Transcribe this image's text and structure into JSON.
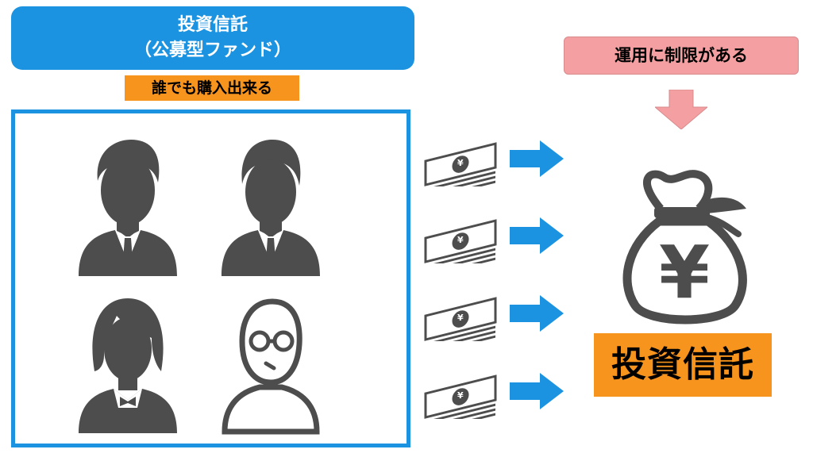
{
  "header": {
    "title_line1": "投資信託",
    "title_line2": "（公募型ファンド）",
    "subtitle": "誰でも購入出来る"
  },
  "restriction": {
    "label": "運用に制限がある"
  },
  "fund": {
    "label": "投資信託",
    "bag_symbol": "¥",
    "bag_icon": "money-bag-icon"
  },
  "investors": [
    {
      "icon": "businessman-icon"
    },
    {
      "icon": "young-businessman-icon"
    },
    {
      "icon": "businesswoman-icon"
    },
    {
      "icon": "elderly-man-glasses-icon"
    }
  ],
  "flows": [
    {
      "icon": "yen-banknote-stack-icon",
      "arrow": "arrow-right-icon"
    },
    {
      "icon": "yen-banknote-stack-icon",
      "arrow": "arrow-right-icon"
    },
    {
      "icon": "yen-banknote-stack-icon",
      "arrow": "arrow-right-icon"
    },
    {
      "icon": "yen-banknote-stack-icon",
      "arrow": "arrow-right-icon"
    }
  ],
  "colors": {
    "blue": "#1c93e0",
    "orange": "#f7941d",
    "pink": "#f4a0a2",
    "icon_gray": "#4d4d4d"
  }
}
